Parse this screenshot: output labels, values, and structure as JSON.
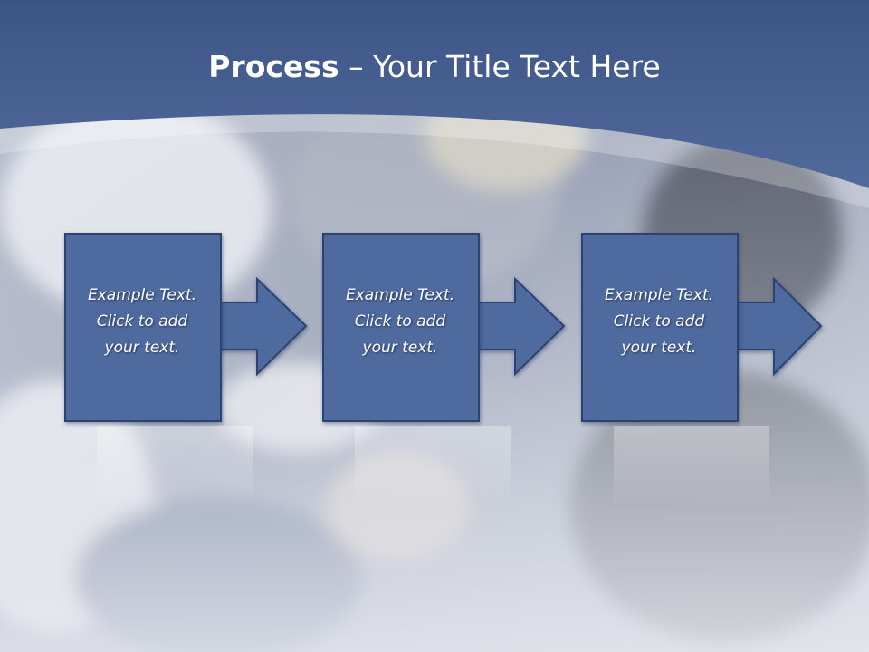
{
  "slide": {
    "title_bold": "Process",
    "title_sep": " – ",
    "title_rest": "Your Title Text Here"
  },
  "colors": {
    "header": "#4a6394",
    "box_fill": "#4f6a9e",
    "box_border": "#2e4372",
    "photo_tint": "#8a95b0"
  },
  "steps": [
    {
      "line1": "Example Text.",
      "line2": "Click  to add",
      "line3": "your text."
    },
    {
      "line1": "Example Text.",
      "line2": "Click  to add",
      "line3": "your text."
    },
    {
      "line1": "Example Text.",
      "line2": "Click  to add",
      "line3": "your text."
    }
  ],
  "icons": [
    "right-arrow-icon",
    "right-arrow-icon",
    "right-arrow-icon"
  ]
}
